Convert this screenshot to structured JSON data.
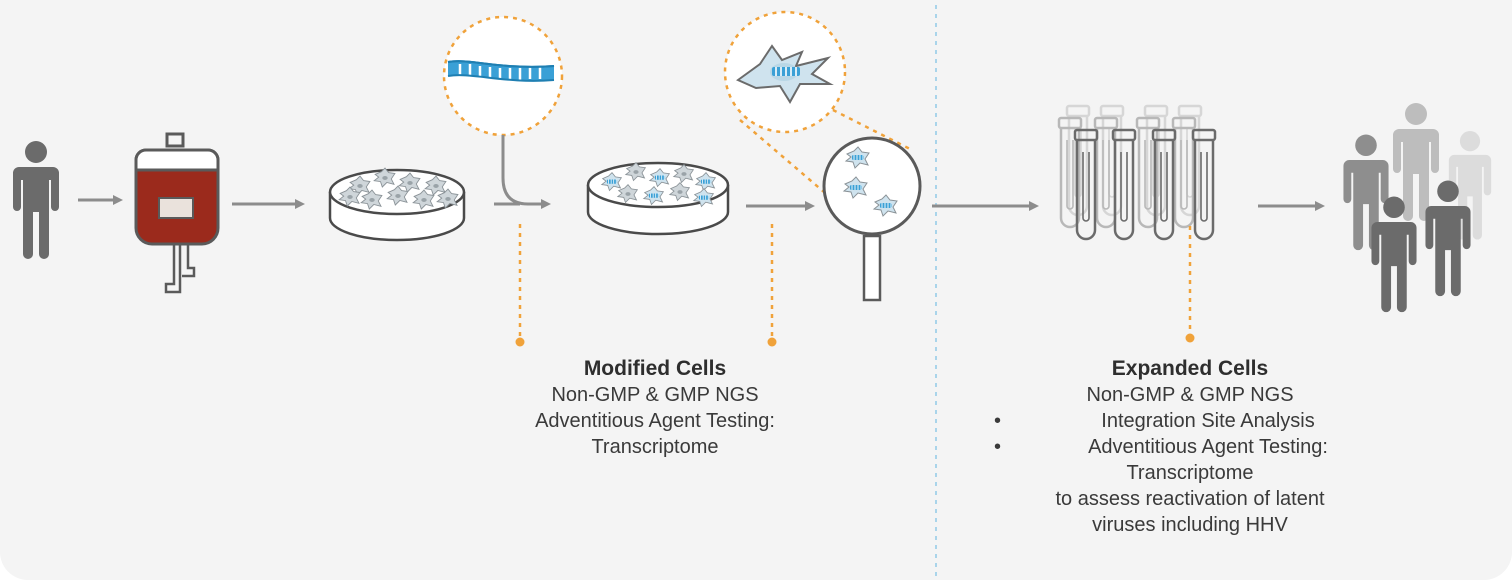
{
  "modified_cells": {
    "title": "Modified Cells",
    "lines": [
      "Non-GMP & GMP NGS",
      "Adventitious Agent Testing:",
      "Transcriptome"
    ]
  },
  "expanded_cells": {
    "title": "Expanded Cells",
    "line1": "Non-GMP & GMP NGS",
    "bullets": [
      "Integration Site Analysis",
      "Adventitious Agent Testing:"
    ],
    "continuation": [
      "Transcriptome",
      "to assess reactivation of latent",
      "viruses including HHV"
    ]
  },
  "colors": {
    "background": "#f4f4f4",
    "icon_gray": "#6b6b6b",
    "arrow_gray": "#8c8c8c",
    "blood_red": "#9b2a1c",
    "dna_blue": "#3aa0d6",
    "accent_orange": "#f0a23a",
    "divider_blue": "#a9d4ea"
  },
  "icons": [
    "person-icon",
    "blood-bag-icon",
    "petri-dish-icon",
    "dna-strand-icon",
    "magnifier-icon",
    "cell-icon",
    "vials-icon",
    "people-group-icon"
  ]
}
